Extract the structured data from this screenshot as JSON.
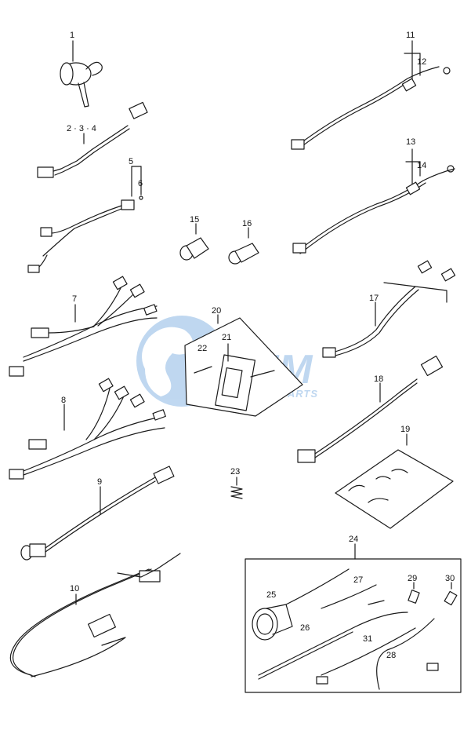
{
  "diagram": {
    "callouts": {
      "c1": "1",
      "c2_3_4": "2 · 3 · 4",
      "c5": "5",
      "c6": "6",
      "c7": "7",
      "c8": "8",
      "c9": "9",
      "c10": "10",
      "c11": "11",
      "c12": "12",
      "c13": "13",
      "c14": "14",
      "c15": "15",
      "c16": "16",
      "c17": "17",
      "c18": "18",
      "c19": "19",
      "c20": "20",
      "c21": "21",
      "c22": "22",
      "c23": "23",
      "c24": "24",
      "c25": "25",
      "c26": "26",
      "c27": "27",
      "c28": "28",
      "c29": "29",
      "c30": "30",
      "c31": "31"
    },
    "watermark": {
      "brand": "GEM",
      "sub": "MOTORPARTS",
      "color": "#4a8fd6"
    },
    "line_color": "#1a1a1a"
  }
}
